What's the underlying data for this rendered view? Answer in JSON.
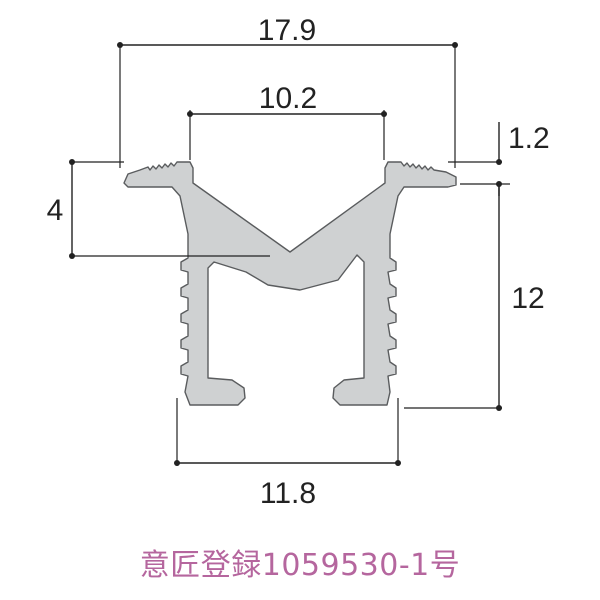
{
  "dimensions": {
    "overall_top_width": "17.9",
    "inner_top_width": "10.2",
    "lip_thickness": "1.2",
    "flange_depth": "4",
    "body_height": "12",
    "bottom_width": "11.8"
  },
  "registration": "意匠登録1059530-1号",
  "colors": {
    "profile_fill": "#cfd1d2",
    "profile_stroke": "#5a5c5e",
    "registration_text": "#b5669e",
    "line": "#222222"
  }
}
